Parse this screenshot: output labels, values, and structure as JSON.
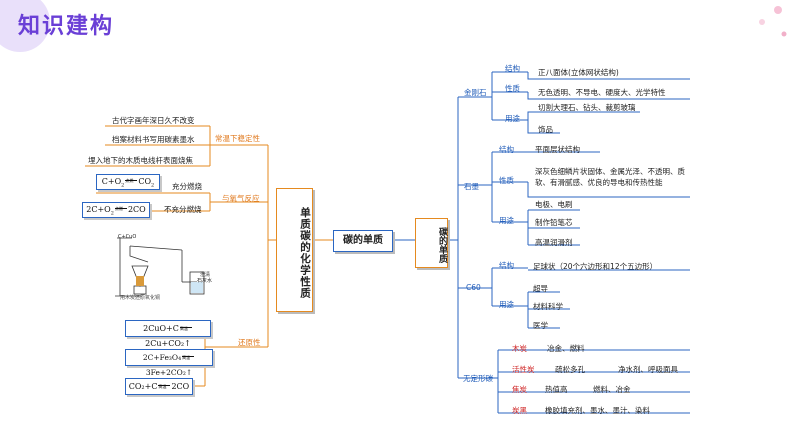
{
  "header": {
    "title": "知识建构"
  },
  "center": {
    "main": "碳的单质",
    "left_box": "单质碳的化学性质",
    "right_box": "碳的单质"
  },
  "left": {
    "stable": {
      "label": "常温下稳定性",
      "items": [
        "古代字画年深日久不改变",
        "档案材料书写用碳素墨水",
        "埋入地下的木质电线杆表面烧焦"
      ]
    },
    "oxygen": {
      "label": "与氧气反应",
      "eq1": {
        "lhs": "C+O",
        "sub": "2",
        "cond": "点燃",
        "rhs": "CO",
        "rsub": "2",
        "note": "充分燃烧"
      },
      "eq2": {
        "lhs": "2C+O",
        "sub": "2",
        "cond": "点燃",
        "rhs": "2CO",
        "note": "不充分燃烧"
      }
    },
    "reduce": {
      "label": "还原性",
      "apparatus_top": "C+CuO",
      "apparatus_right1": "澄清",
      "apparatus_right2": "石灰水",
      "apparatus_caption": "用木炭还原氧化铜",
      "eq1": {
        "text": "2CuO+C",
        "cond": "高温",
        "rhs": "2Cu+CO₂↑"
      },
      "eq2": {
        "text": "2C+Fe₃O₄",
        "cond": "高温",
        "rhs": "3Fe+2CO₂↑"
      },
      "eq3": {
        "text": "CO₂+C",
        "cond": "高温",
        "rhs": "2CO"
      }
    }
  },
  "right": {
    "diamond": {
      "label": "金刚石",
      "structure_k": "结构",
      "structure_v": "正八面体(立体网状结构)",
      "property_k": "性质",
      "property_v": "无色透明、不导电、硬度大、光学特性",
      "use_k": "用途",
      "use_v1": "切割大理石、钻头、裁剪玻璃",
      "use_v2": "饰品"
    },
    "graphite": {
      "label": "石墨",
      "structure_k": "结构",
      "structure_v": "平面层状结构",
      "property_k": "性质",
      "property_v1": "深灰色细鳞片状固体、金属光泽、不透明、质",
      "property_v2": "软、有滑腻感、优良的导电和传热性能",
      "use_k": "用途",
      "uses": [
        "电极、电刷",
        "制作铅笔芯",
        "高温润滑剂"
      ]
    },
    "c60": {
      "label": "C60",
      "structure_k": "结构",
      "structure_v": "足球状（20个六边形和12个五边形）",
      "use_k": "用途",
      "uses": [
        "超导",
        "材料科学",
        "医学"
      ]
    },
    "amorphous": {
      "label": "无定形碳",
      "rows": [
        {
          "k": "木炭",
          "v1": "冶金、燃料",
          "v2": ""
        },
        {
          "k": "活性炭",
          "v1": "疏松多孔",
          "v2": "净水剂、呼吸面具"
        },
        {
          "k": "焦炭",
          "v1": "热值高",
          "v2": "燃料、冶金"
        },
        {
          "k": "炭黑",
          "v1": "橡胶填充剂、墨水、墨汁、染料",
          "v2": ""
        }
      ]
    }
  },
  "colors": {
    "accent": "#6a3fd6",
    "orange": "#e58a1f",
    "blue": "#1f5bb8",
    "red": "#d02a2a",
    "green": "#2b9c3a"
  }
}
